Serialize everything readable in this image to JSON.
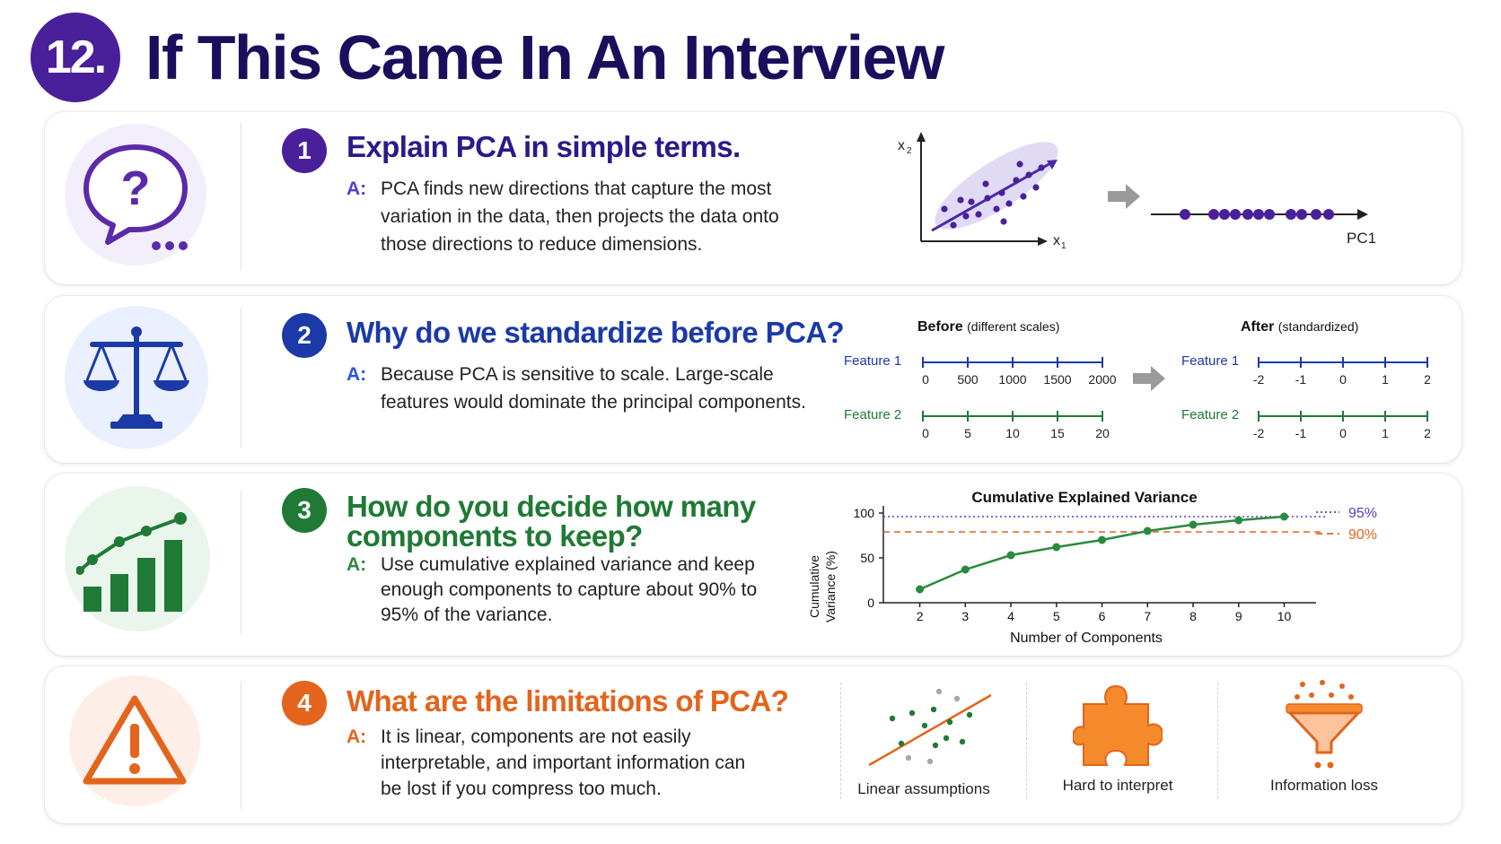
{
  "header": {
    "number": "12.",
    "title": "If This Came In An Interview"
  },
  "q1": {
    "number": "1",
    "title": "Explain PCA in simple terms.",
    "answer_label": "A:",
    "answer": "PCA finds new directions that capture the most variation in the data, then projects the data onto those directions to reduce dimensions.",
    "x_axis": "x",
    "x_sub": "1",
    "y_axis": "x",
    "y_sub": "2",
    "pc_label": "PC1"
  },
  "q2": {
    "number": "2",
    "title": "Why do we standardize before PCA?",
    "answer_label": "A:",
    "answer": "Because PCA is sensitive to scale. Large-scale features would dominate the principal components.",
    "before_title": "Before",
    "before_note": "(different scales)",
    "after_title": "After",
    "after_note": "(standardized)",
    "feature1": "Feature 1",
    "feature2": "Feature 2",
    "before_f1_ticks": [
      "0",
      "500",
      "1000",
      "1500",
      "2000"
    ],
    "before_f2_ticks": [
      "0",
      "5",
      "10",
      "15",
      "20"
    ],
    "after_ticks": [
      "-2",
      "-1",
      "0",
      "1",
      "2"
    ]
  },
  "q3": {
    "number": "3",
    "title_line1": "How do you decide how many",
    "title_line2": "components to keep?",
    "answer_label": "A:",
    "answer": "Use cumulative explained variance and keep enough components to capture about 90% to 95% of the variance."
  },
  "q4": {
    "number": "4",
    "title": "What are the limitations of PCA?",
    "answer_label": "A:",
    "answer": "It is linear, components are not easily interpretable, and important information can be lost if you compress too much.",
    "limitations": [
      "Linear assumptions",
      "Hard to interpret",
      "Information loss"
    ]
  },
  "chart_data": {
    "type": "line",
    "title": "Cumulative Explained Variance",
    "xlabel": "Number of Components",
    "ylabel_line1": "Cumulative",
    "ylabel_line2": "Variance (%)",
    "x": [
      2,
      3,
      4,
      5,
      6,
      7,
      8,
      9,
      10
    ],
    "y": [
      15,
      37,
      53,
      62,
      70,
      80,
      87,
      92,
      96
    ],
    "x_ticks": [
      "2",
      "3",
      "4",
      "5",
      "6",
      "7",
      "8",
      "9",
      "10"
    ],
    "y_ticks": [
      "0",
      "50",
      "100"
    ],
    "xlim": [
      1.2,
      10.7
    ],
    "ylim": [
      0,
      100
    ],
    "thresholds": [
      {
        "label": "95%",
        "value": 96,
        "color": "#5a3bd0",
        "style": "dotted"
      },
      {
        "label": "90%",
        "value": 79,
        "color": "#e3641c",
        "style": "dashed"
      }
    ],
    "line_color": "#2a8a3e",
    "grid": false
  }
}
